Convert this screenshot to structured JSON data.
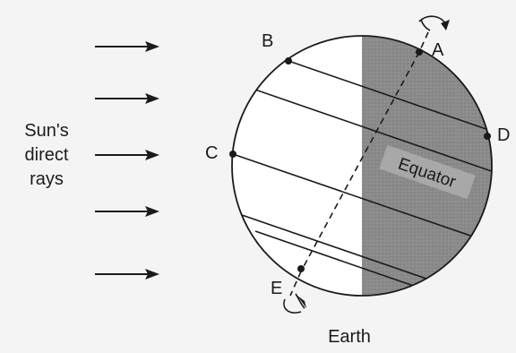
{
  "diagram": {
    "sun_label": [
      "Sun's",
      "direct",
      "rays"
    ],
    "points": {
      "A": "A",
      "B": "B",
      "C": "C",
      "D": "D",
      "E": "E"
    },
    "equator_label": "Equator",
    "earth_label": "Earth",
    "colors": {
      "night_side": "#8a8a8a",
      "ink": "#1a1a1a",
      "background": "#f4f4f4"
    }
  }
}
